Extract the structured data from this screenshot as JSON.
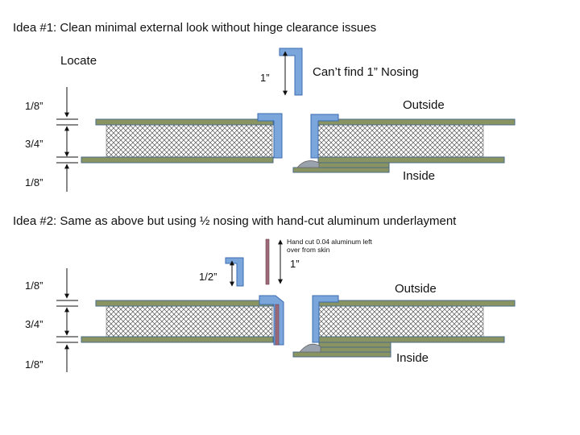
{
  "idea1": {
    "title": "Idea #1:  Clean minimal external look without hinge clearance issues",
    "locate": "Locate",
    "dim_top": "1/8”",
    "dim_mid": "3/4”",
    "dim_bot": "1/8”",
    "nosing_dim": "1”",
    "nosing_note": "Can’t find 1” Nosing",
    "outside": "Outside",
    "inside": "Inside"
  },
  "idea2": {
    "title": "Idea #2:  Same as above but using ½ nosing with hand-cut aluminum underlayment",
    "dim_top": "1/8”",
    "dim_mid": "3/4”",
    "dim_bot": "1/8”",
    "half_dim": "1/2”",
    "strip_note": "Hand cut 0.04 aluminum left over from skin",
    "strip_dim": "1”",
    "outside": "Outside",
    "inside": "Inside"
  },
  "colors": {
    "skin": "#8a9463",
    "skin_stroke": "#4a6c84",
    "core_hatch": "#555555",
    "nosing": "#7aa6dc",
    "nosing_stroke": "#3b6cb0",
    "strip": "#9e6a7a",
    "bead": "#9aa3ad"
  }
}
